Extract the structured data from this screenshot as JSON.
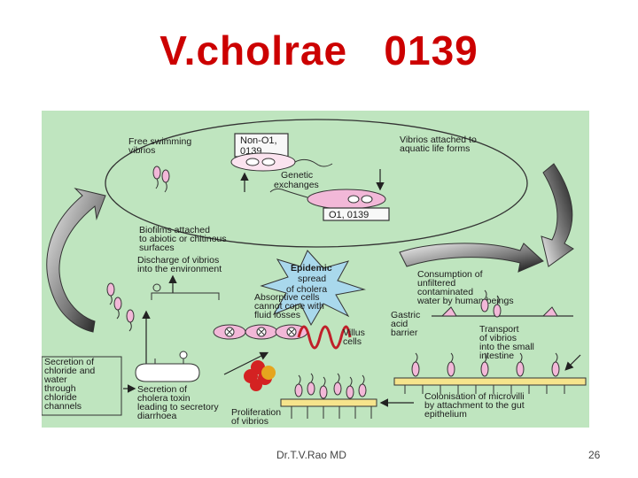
{
  "slide": {
    "title": "V.cholrae   0139",
    "author": "Dr.T.V.Rao MD",
    "page_number": "26"
  },
  "diagram": {
    "colors": {
      "background": "#bfe5bf",
      "cell_pink": "#f2b8d8",
      "epidemic_star": "#a9d8ec",
      "microvilli": "#f6e48c",
      "villus": "#c0202a"
    },
    "labels": {
      "free_swimming": [
        "Free swimming",
        "vibrios"
      ],
      "non_o1": [
        "Non-O1,",
        "0139"
      ],
      "genetic": [
        "Genetic",
        "exchanges"
      ],
      "attached": [
        "Vibrios attached to",
        "aquatic life forms"
      ],
      "o1": "O1, 0139",
      "biofilms": [
        "Biofilms attached",
        "to abiotic or chitinous",
        "surfaces"
      ],
      "discharge": [
        "Discharge of vibrios",
        "into the environment"
      ],
      "epidemic": [
        "Epidemic",
        "spread",
        "of cholera"
      ],
      "consumption": [
        "Consumption of",
        "unfiltered",
        "contaminated",
        "water by human beings"
      ],
      "absorptive": [
        "Absorptive cells",
        "cannot cope with",
        "fluid losses"
      ],
      "villus": [
        "Villus",
        "cells"
      ],
      "gastric": [
        "Gastric",
        "acid",
        "barrier"
      ],
      "transport": [
        "Transport",
        "of vibrios",
        "into the small",
        "intestine"
      ],
      "secretion_chloride": [
        "Secretion of",
        "chloride and",
        "water",
        "through",
        "chloride",
        "channels"
      ],
      "secretion_toxin": [
        "Secretion of",
        "cholera toxin",
        "leading to secretory",
        "diarrhoea"
      ],
      "colonisation": [
        "Colonisation of microvilli",
        "by attachment to the gut",
        "epithelium"
      ],
      "proliferation": [
        "Proliferation",
        "of vibrios"
      ]
    }
  }
}
